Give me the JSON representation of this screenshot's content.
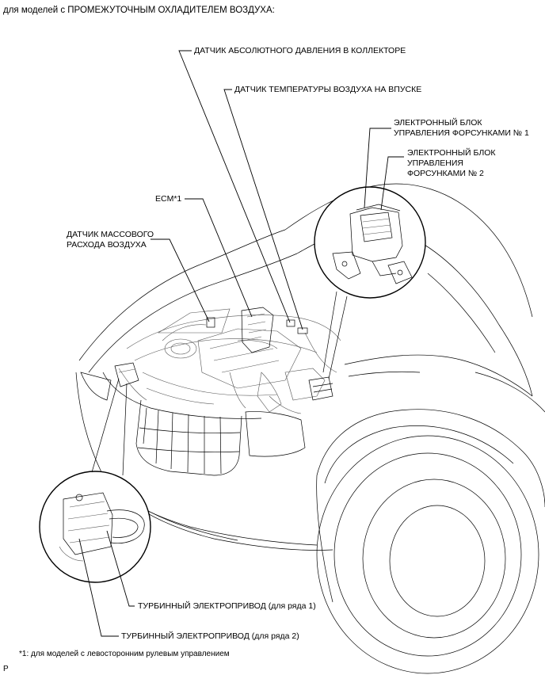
{
  "header": {
    "title": "для моделей с ПРОМЕЖУТОЧНЫМ ОХЛАДИТЕЛЕМ ВОЗДУХА:"
  },
  "labels": {
    "map_sensor": "ДАТЧИК АБСОЛЮТНОГО ДАВЛЕНИЯ В КОЛЛЕКТОРЕ",
    "iat_sensor": "ДАТЧИК ТЕМПЕРАТУРЫ ВОЗДУХА НА ВПУСКЕ",
    "edu1_line1": "ЭЛЕКТРОННЫЙ БЛОК",
    "edu1_line2": "УПРАВЛЕНИЯ ФОРСУНКАМИ № 1",
    "edu2_line1": "ЭЛЕКТРОННЫЙ БЛОК",
    "edu2_line2": "УПРАВЛЕНИЯ",
    "edu2_line3": "ФОРСУНКАМИ № 2",
    "ecm": "ECM*1",
    "maf_line1": "ДАТЧИК МАССОВОГО",
    "maf_line2": "РАСХОДА ВОЗДУХА",
    "turbo_bank1": "ТУРБИННЫЙ ЭЛЕКТРОПРИВОД (для ряда 1)",
    "turbo_bank2": "ТУРБИННЫЙ ЭЛЕКТРОПРИВОД (для ряда 2)"
  },
  "footnote": "*1: для моделей с левосторонним рулевым управлением",
  "page_marker": "P"
}
